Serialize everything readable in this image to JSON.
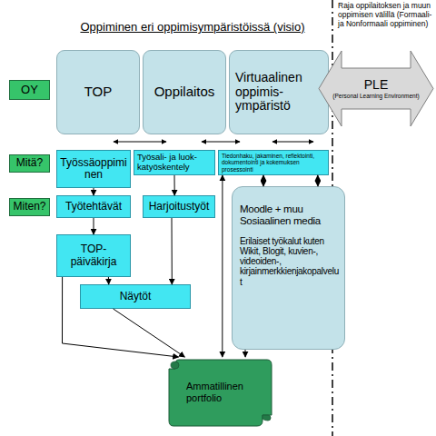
{
  "diagram": {
    "title": "Oppiminen eri oppimisympäristöissä (visio)",
    "nodes": [
      {
        "text": [
          "OY"
        ]
      },
      {
        "text": [
          "TOP"
        ]
      },
      {
        "text": [
          "Oppilaitos"
        ]
      },
      {
        "text": [
          "Virtuaalinen oppimis-ympäristö"
        ]
      },
      {
        "text": [
          "PLE",
          "(Personal Learning Environment)"
        ]
      },
      {
        "text": [
          "Mitä?"
        ]
      },
      {
        "text": [
          "Työssäoppiminen"
        ]
      },
      {
        "text": [
          "Työsali- ja luok-katyöskentely"
        ]
      },
      {
        "text": [
          "Tiedonhaku, jakaminen, reflektointi, dokumentointi ja kokemuksen prosessointi"
        ]
      },
      {
        "text": [
          "Miten?"
        ]
      },
      {
        "text": [
          "Työtehtävät"
        ]
      },
      {
        "text": [
          "Harjoitustyöt"
        ]
      },
      {
        "text": [
          "TOP-päiväkirja"
        ]
      },
      {
        "text": [
          "Näytöt"
        ]
      },
      {
        "text": [
          "Moodle + muu Sosiaalinen media",
          "Erilaiset työkalut kuten Wikit, Blogit, kuvien-, videoiden-, kirjainmerkkienjakopalvelut"
        ]
      },
      {
        "text": [
          "Ammatillinen portfolio"
        ]
      }
    ],
    "edges": [
      {
        "from": 6,
        "to": 10,
        "arrow": "to"
      },
      {
        "from": 7,
        "to": 11,
        "arrow": "to"
      },
      {
        "from": 10,
        "to": 12,
        "arrow": "to"
      },
      {
        "from": 12,
        "to": 13,
        "arrow": "to"
      },
      {
        "from": 11,
        "to": 13,
        "arrow": "to"
      },
      {
        "from": 8,
        "to": 14,
        "arrow": "both"
      },
      {
        "from": 8,
        "to": 14,
        "arrow": "both"
      },
      {
        "from": 12,
        "to": 15,
        "arrow": "to"
      },
      {
        "from": 13,
        "to": 15,
        "arrow": "to"
      },
      {
        "from": 8,
        "to": 15,
        "arrow": "both"
      },
      {
        "from": 14,
        "to": 15,
        "arrow": "to"
      }
    ],
    "labels": [
      "Raja oppilaitoksen ja muun oppimisen välillä (Formaali- ja Nonformaali oppiminen)"
    ]
  }
}
